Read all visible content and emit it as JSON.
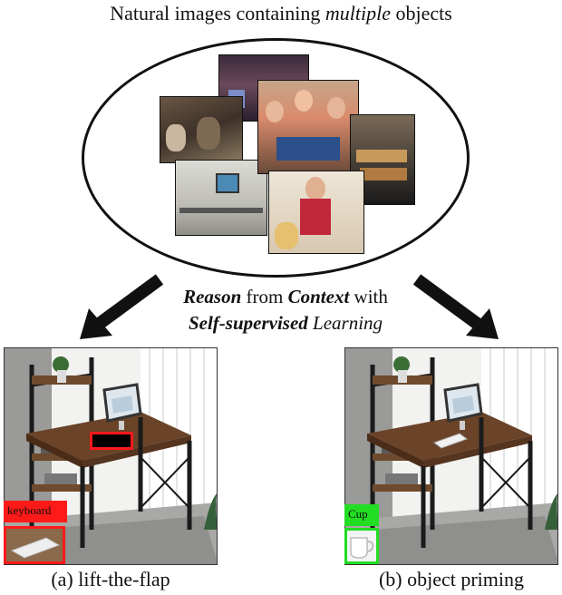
{
  "title": {
    "prefix": "Natural images containing ",
    "emphasis": "multiple",
    "suffix": " objects"
  },
  "reason": {
    "line1_bold1": "Reason",
    "line1_mid": " from ",
    "line1_bold2": "Context",
    "line1_end": " with",
    "line2_bold": "Self-supervised",
    "line2_end": " Learning"
  },
  "left_panel": {
    "label": "keyboard",
    "caption": "(a) lift-the-flap",
    "accent": "#ff1a1a"
  },
  "right_panel": {
    "label": "Cup",
    "caption": "(b) object priming",
    "accent": "#22dd22"
  },
  "icons": [
    "arrow-left-icon",
    "arrow-right-icon"
  ]
}
